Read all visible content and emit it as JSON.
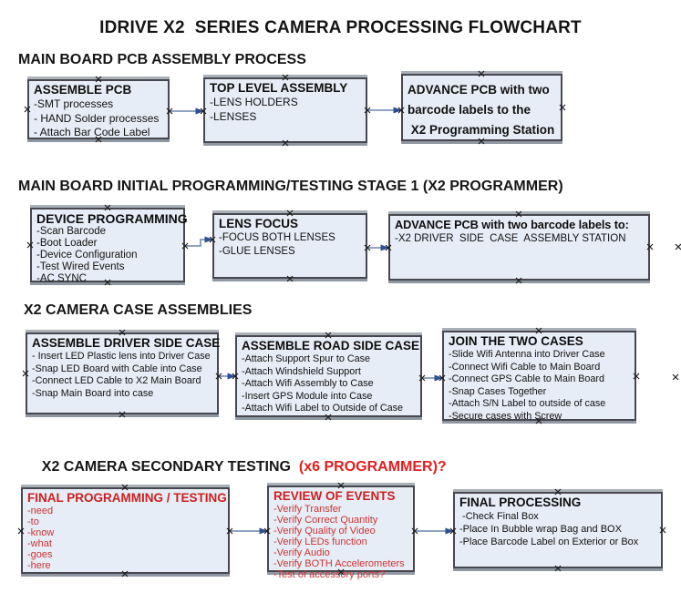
{
  "title": "IDRIVE X2  SERIES CAMERA PROCESSING FLOWCHART",
  "colors": {
    "box_fill": "#e7edf6",
    "box_border": "#47474f",
    "red_text": "#cc2222",
    "heading_red": "#e31e1e",
    "arrow_line": "#7f98ba",
    "arrow_head": "#2d4f92"
  },
  "sections": [
    {
      "heading": "MAIN BOARD PCB ASSEMBLY PROCESS",
      "boxes": [
        {
          "title": "ASSEMBLE PCB",
          "items": [
            "-SMT processes",
            "- HAND Solder processes",
            "- Attach Bar Code Label"
          ]
        },
        {
          "title": "TOP LEVEL ASSEMBLY",
          "items": [
            "-LENS HOLDERS",
            "-LENSES"
          ]
        },
        {
          "title": "",
          "items": [
            "ADVANCE PCB with two",
            "barcode labels to the",
            " X2 Programming Station"
          ]
        }
      ]
    },
    {
      "heading": "MAIN BOARD INITIAL PROGRAMMING/TESTING STAGE 1 (X2 PROGRAMMER)",
      "boxes": [
        {
          "title": "DEVICE PROGRAMMING",
          "items": [
            "-Scan Barcode",
            "-Boot Loader",
            "-Device Configuration",
            "-Test Wired Events",
            "-AC SYNC"
          ]
        },
        {
          "title": "LENS FOCUS",
          "items": [
            "-FOCUS BOTH LENSES",
            "-GLUE LENSES"
          ]
        },
        {
          "title": "ADVANCE PCB with two barcode labels to:",
          "items": [
            "-X2 DRIVER  SIDE  CASE  ASSEMBLY STATION"
          ]
        }
      ]
    },
    {
      "heading": "X2 CAMERA CASE ASSEMBLIES",
      "boxes": [
        {
          "title": "ASSEMBLE DRIVER SIDE CASE",
          "items": [
            "- Insert LED Plastic lens into Driver Case",
            "-Snap LED Board with Cable into Case",
            "-Connect LED Cable to X2 Main Board",
            "-Snap Main Board into case"
          ]
        },
        {
          "title": "ASSEMBLE ROAD SIDE CASE",
          "items": [
            "-Attach Support Spur to Case",
            "-Attach Windshield Support",
            "-Attach Wifi Assembly to Case",
            "-Insert GPS Module into Case",
            "-Attach Wifi Label to Outside of Case"
          ]
        },
        {
          "title": "JOIN THE TWO CASES",
          "items": [
            "-Slide Wifi Antenna into Driver Case",
            "-Connect Wifi Cable to Main Board",
            "-Connect GPS Cable to Main Board",
            "-Snap Cases Together",
            "-Attach S/N Label to outside of case",
            "-Secure cases with Screw"
          ]
        }
      ]
    },
    {
      "heading": "X2 CAMERA SECONDARY TESTING  ",
      "heading_red": "(x6 PROGRAMMER)?",
      "boxes": [
        {
          "title": "FINAL PROGRAMMING / TESTING",
          "items": [
            "-need",
            "-to",
            "-know",
            "-what",
            "-goes",
            "-here"
          ]
        },
        {
          "title": "REVIEW OF EVENTS",
          "items": [
            "-Verify Transfer",
            "-Verify Correct Quantity",
            "-Verify Quality of Video",
            "-Verify LEDs function",
            "-Verify Audio",
            "-Verify BOTH Accelerometers",
            "-Test of accessory ports?"
          ]
        },
        {
          "title": "FINAL PROCESSING",
          "items": [
            " -Check Final Box",
            "-Place In Bubble wrap Bag and BOX",
            "-Place Barcode Label on Exterior or Box"
          ]
        }
      ]
    }
  ]
}
